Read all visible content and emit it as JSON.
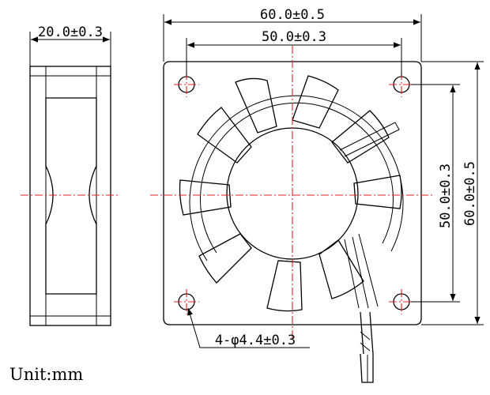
{
  "dimensions": {
    "side_depth": "20.0±0.3",
    "overall_width": "60.0±0.5",
    "hole_pitch_horizontal": "50.0±0.3",
    "hole_pitch_vertical": "50.0±0.3",
    "overall_height": "60.0±0.5",
    "mounting_holes": "4-φ4.4±0.3"
  },
  "unit_label": "Unit:mm",
  "colors": {
    "outline": "#000000",
    "centerline": "#e02020",
    "background": "#ffffff"
  }
}
